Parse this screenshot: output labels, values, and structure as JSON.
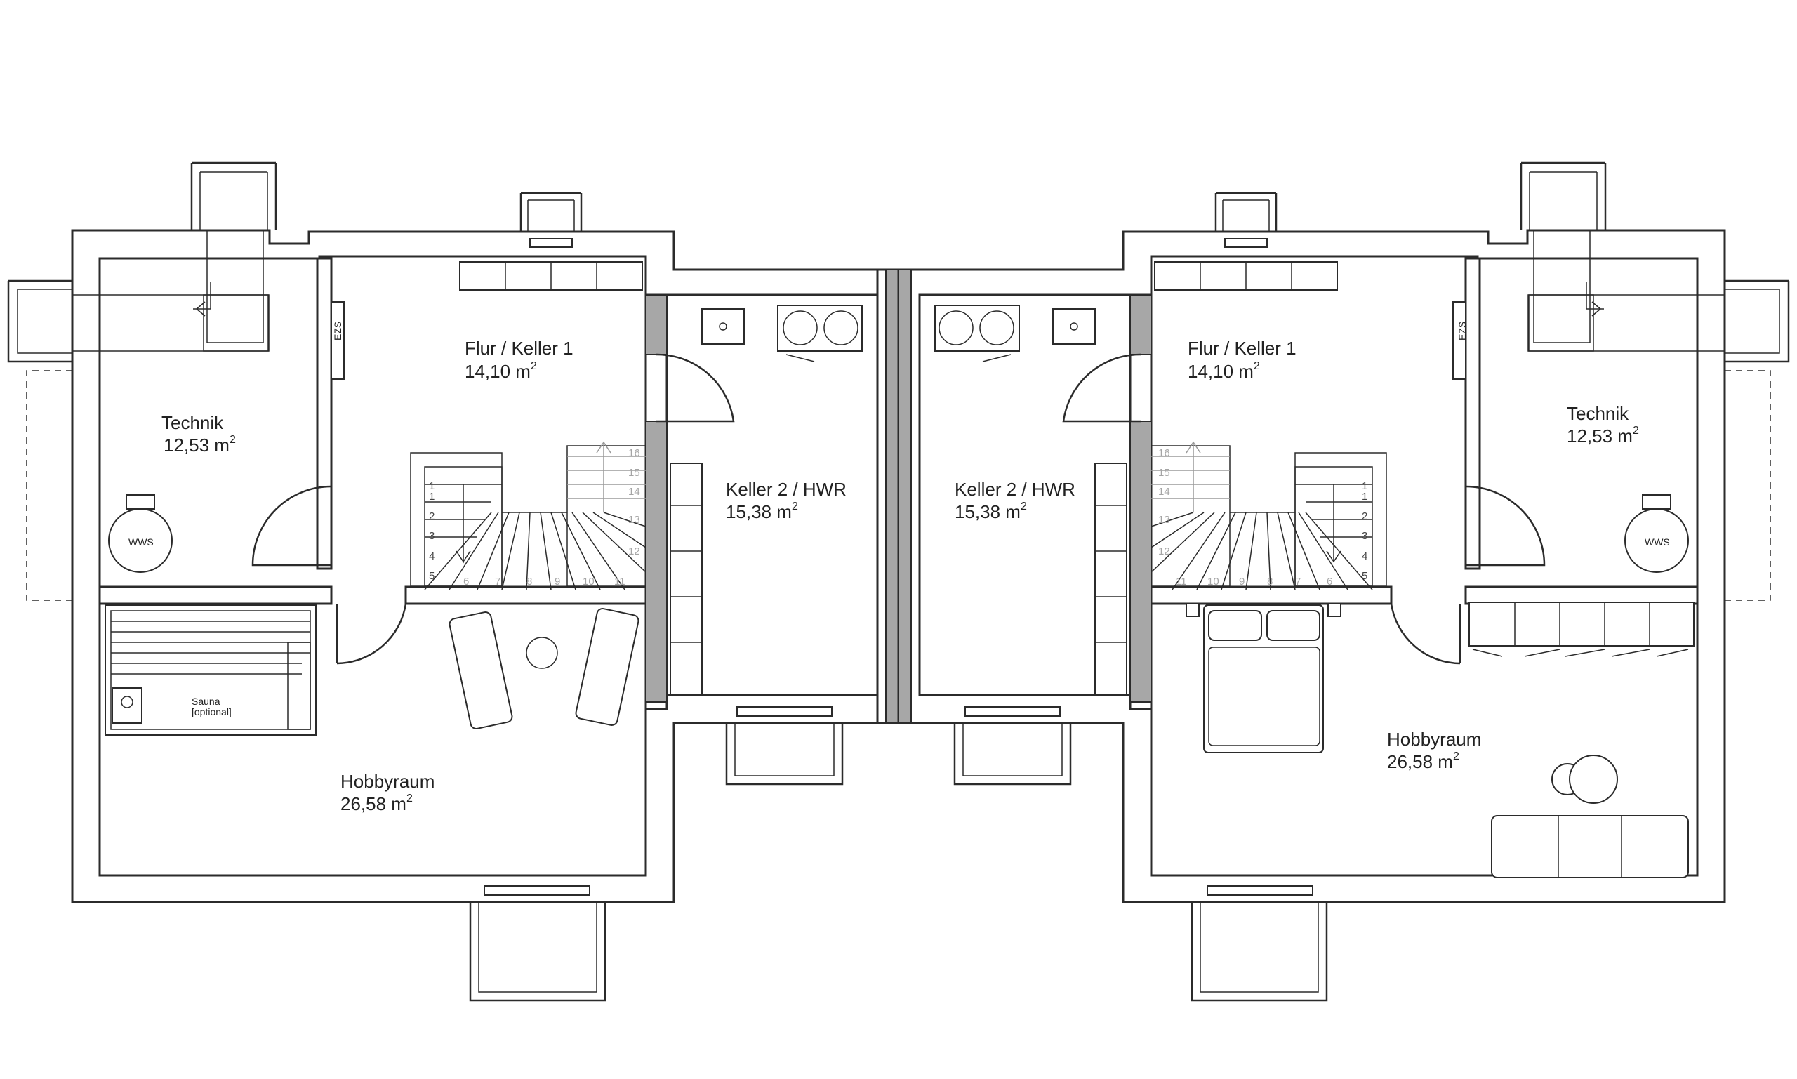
{
  "left_unit": {
    "flur": {
      "name": "Flur / Keller 1",
      "area": "14,10 m",
      "unit_sup": "2"
    },
    "technik": {
      "name": "Technik",
      "area": "12,53 m",
      "unit_sup": "2"
    },
    "keller2": {
      "name": "Keller 2 / HWR",
      "area": "15,38 m",
      "unit_sup": "2"
    },
    "hobby": {
      "name": "Hobbyraum",
      "area": "26,58 m",
      "unit_sup": "2"
    },
    "tank_label": "WWS",
    "meter_label": "EZS",
    "sauna_label": "Sauna",
    "sauna_note": "[optional]"
  },
  "right_unit": {
    "flur": {
      "name": "Flur / Keller 1",
      "area": "14,10 m",
      "unit_sup": "2"
    },
    "technik": {
      "name": "Technik",
      "area": "12,53 m",
      "unit_sup": "2"
    },
    "keller2": {
      "name": "Keller 2 / HWR",
      "area": "15,38 m",
      "unit_sup": "2"
    },
    "hobby": {
      "name": "Hobbyraum",
      "area": "26,58 m",
      "unit_sup": "2"
    },
    "tank_label": "WWS",
    "meter_label": "EZS"
  },
  "stairs": {
    "left_steps": [
      "1",
      "2",
      "3",
      "4",
      "5",
      "6",
      "7",
      "8",
      "9",
      "10",
      "11",
      "12",
      "13",
      "14",
      "15",
      "16"
    ],
    "right_steps": [
      "1",
      "2",
      "3",
      "4",
      "5",
      "6",
      "7",
      "8",
      "9",
      "10",
      "11",
      "12",
      "13",
      "14",
      "15",
      "16"
    ]
  }
}
